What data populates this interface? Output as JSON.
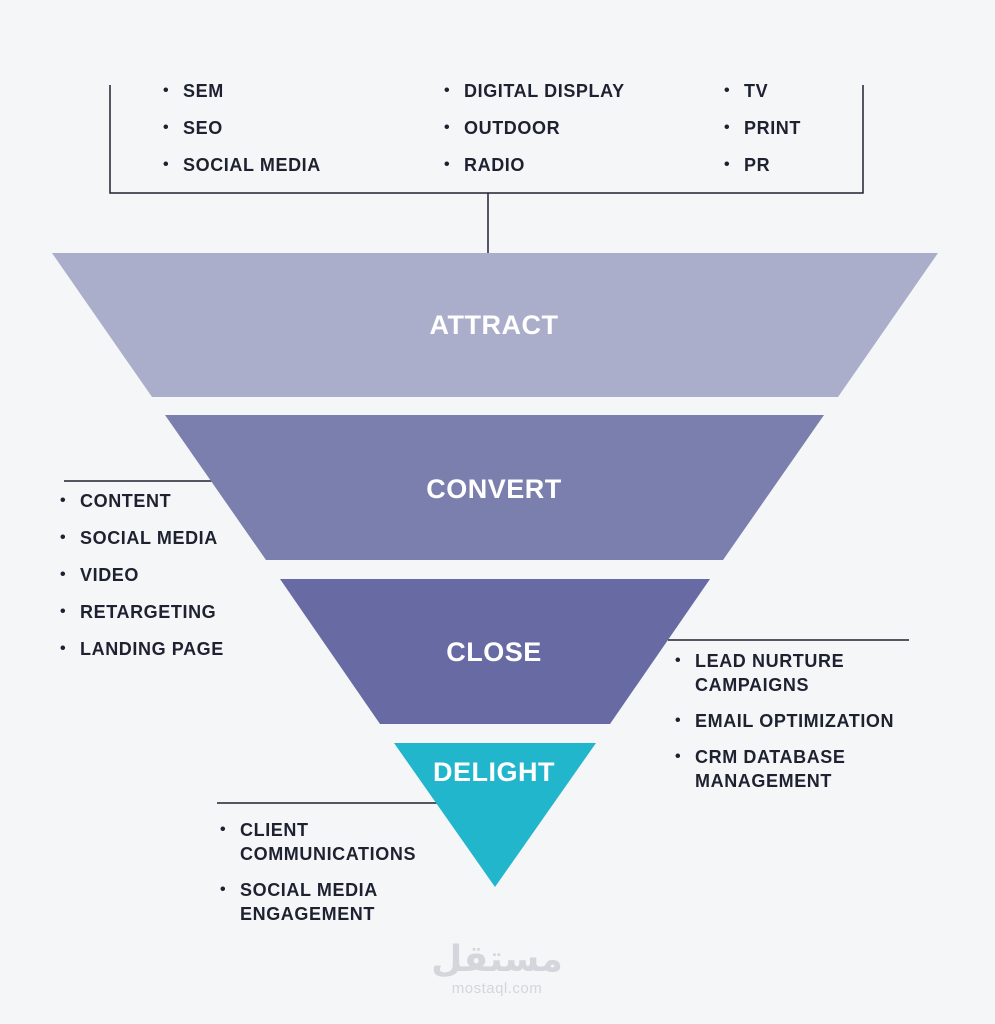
{
  "stages": [
    {
      "id": "attract",
      "label": "ATTRACT",
      "color": "#abaecb"
    },
    {
      "id": "convert",
      "label": "CONVERT",
      "color": "#7b7fae"
    },
    {
      "id": "close",
      "label": "CLOSE",
      "color": "#686ba3"
    },
    {
      "id": "delight",
      "label": "DELIGHT",
      "color": "#22b6cd"
    }
  ],
  "attract_channels": {
    "col1": [
      "SEM",
      "SEO",
      "SOCIAL MEDIA"
    ],
    "col2": [
      "DIGITAL DISPLAY",
      "OUTDOOR",
      "RADIO"
    ],
    "col3": [
      "TV",
      "PRINT",
      "PR"
    ]
  },
  "convert_tactics": [
    "CONTENT",
    "SOCIAL MEDIA",
    "VIDEO",
    "RETARGETING",
    "LANDING PAGE"
  ],
  "close_tactics": [
    "LEAD NURTURE CAMPAIGNS",
    "EMAIL OPTIMIZATION",
    "CRM DATABASE MANAGEMENT"
  ],
  "delight_tactics": [
    "CLIENT COMMUNICATIONS",
    "SOCIAL MEDIA ENGAGEMENT"
  ],
  "watermark": {
    "logo": "مستقل",
    "url": "mostaql.com"
  },
  "colors": {
    "line": "#1e2230",
    "text": "#1e2230",
    "background": "#f4f6f8"
  }
}
